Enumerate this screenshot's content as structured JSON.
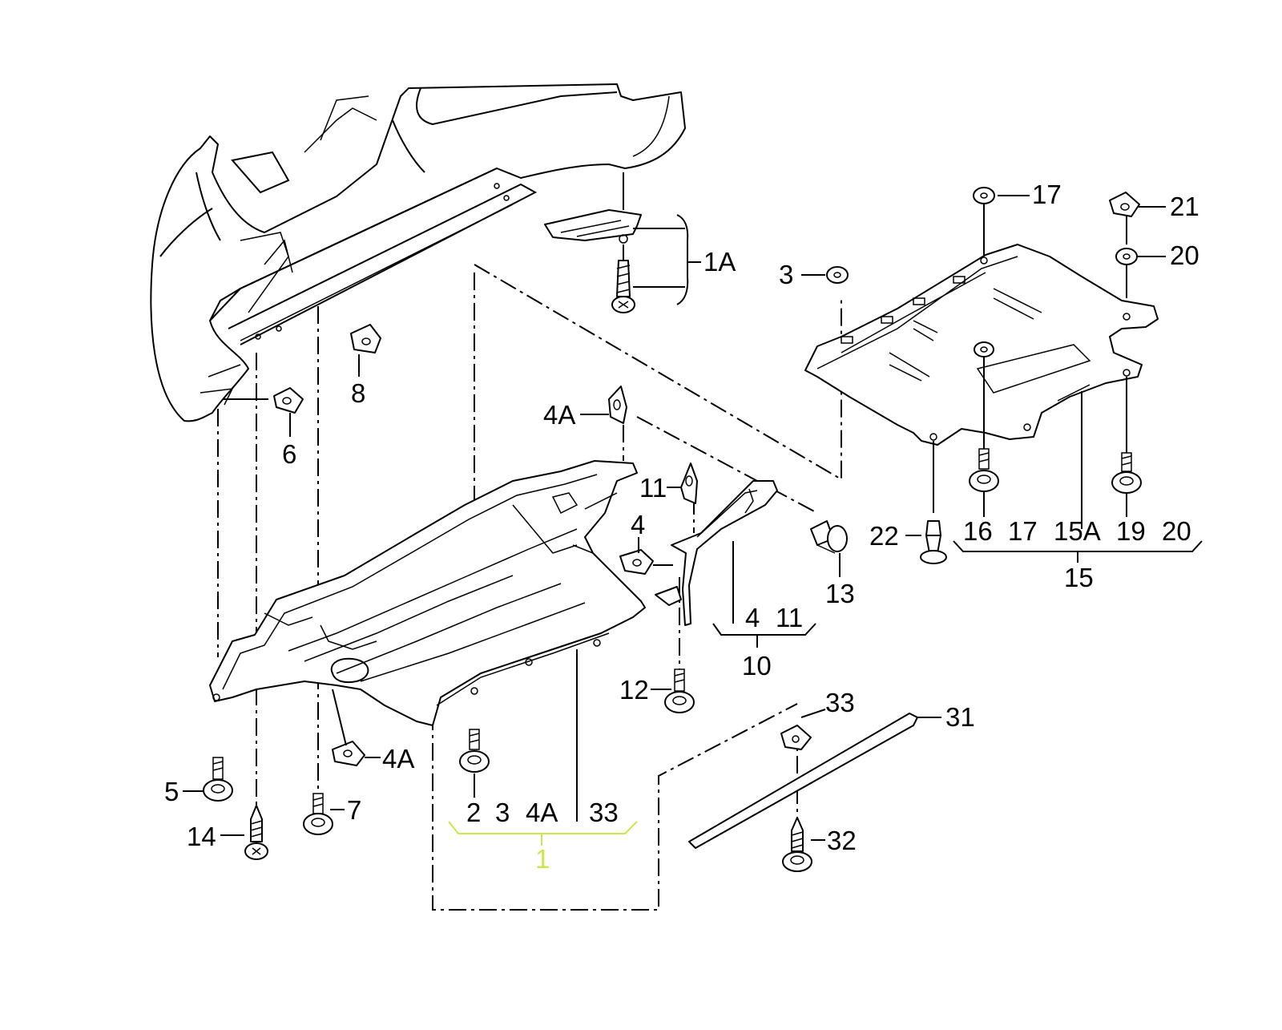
{
  "diagram": {
    "accent_color": "#c8e84a",
    "callouts": {
      "c1A": "1A",
      "c3": "3",
      "c17": "17",
      "c21": "21",
      "c20": "20",
      "c8": "8",
      "c6": "6",
      "c4A_top": "4A",
      "c11": "11",
      "c4": "4",
      "c13": "13",
      "c22": "22",
      "c12": "12",
      "c33_top": "33",
      "c31": "31",
      "c4A_low": "4A",
      "c5": "5",
      "c7": "7",
      "c14": "14",
      "c32": "32"
    },
    "group1": {
      "items": [
        "2",
        "3",
        "4A",
        "33"
      ],
      "label": "1"
    },
    "group10": {
      "items": [
        "4",
        "11"
      ],
      "label": "10"
    },
    "group15": {
      "items": [
        "16",
        "17",
        "15A",
        "19",
        "20"
      ],
      "label": "15"
    }
  }
}
